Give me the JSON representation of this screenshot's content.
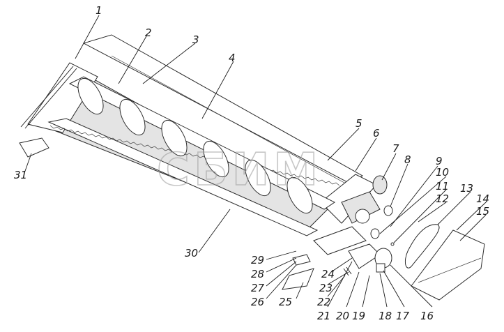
{
  "watermark": "СБИМ",
  "callouts": [
    {
      "id": "1",
      "text": "1"
    },
    {
      "id": "2",
      "text": "2"
    },
    {
      "id": "3",
      "text": "3"
    },
    {
      "id": "4",
      "text": "4"
    },
    {
      "id": "5",
      "text": "5"
    },
    {
      "id": "6",
      "text": "6"
    },
    {
      "id": "7",
      "text": "7"
    },
    {
      "id": "8",
      "text": "8"
    },
    {
      "id": "9",
      "text": "9"
    },
    {
      "id": "10",
      "text": "10"
    },
    {
      "id": "11",
      "text": "11"
    },
    {
      "id": "12",
      "text": "12"
    },
    {
      "id": "13",
      "text": "13"
    },
    {
      "id": "14",
      "text": "14"
    },
    {
      "id": "15",
      "text": "15"
    },
    {
      "id": "16",
      "text": "16"
    },
    {
      "id": "17",
      "text": "17"
    },
    {
      "id": "18",
      "text": "18"
    },
    {
      "id": "19",
      "text": "19"
    },
    {
      "id": "20",
      "text": "20"
    },
    {
      "id": "21",
      "text": "21"
    },
    {
      "id": "22",
      "text": "22"
    },
    {
      "id": "23",
      "text": "23"
    },
    {
      "id": "24",
      "text": "24"
    },
    {
      "id": "25",
      "text": "25"
    },
    {
      "id": "26",
      "text": "26"
    },
    {
      "id": "27",
      "text": "27"
    },
    {
      "id": "28",
      "text": "28"
    },
    {
      "id": "29",
      "text": "29"
    },
    {
      "id": "30",
      "text": "30"
    },
    {
      "id": "31",
      "text": "31"
    }
  ]
}
